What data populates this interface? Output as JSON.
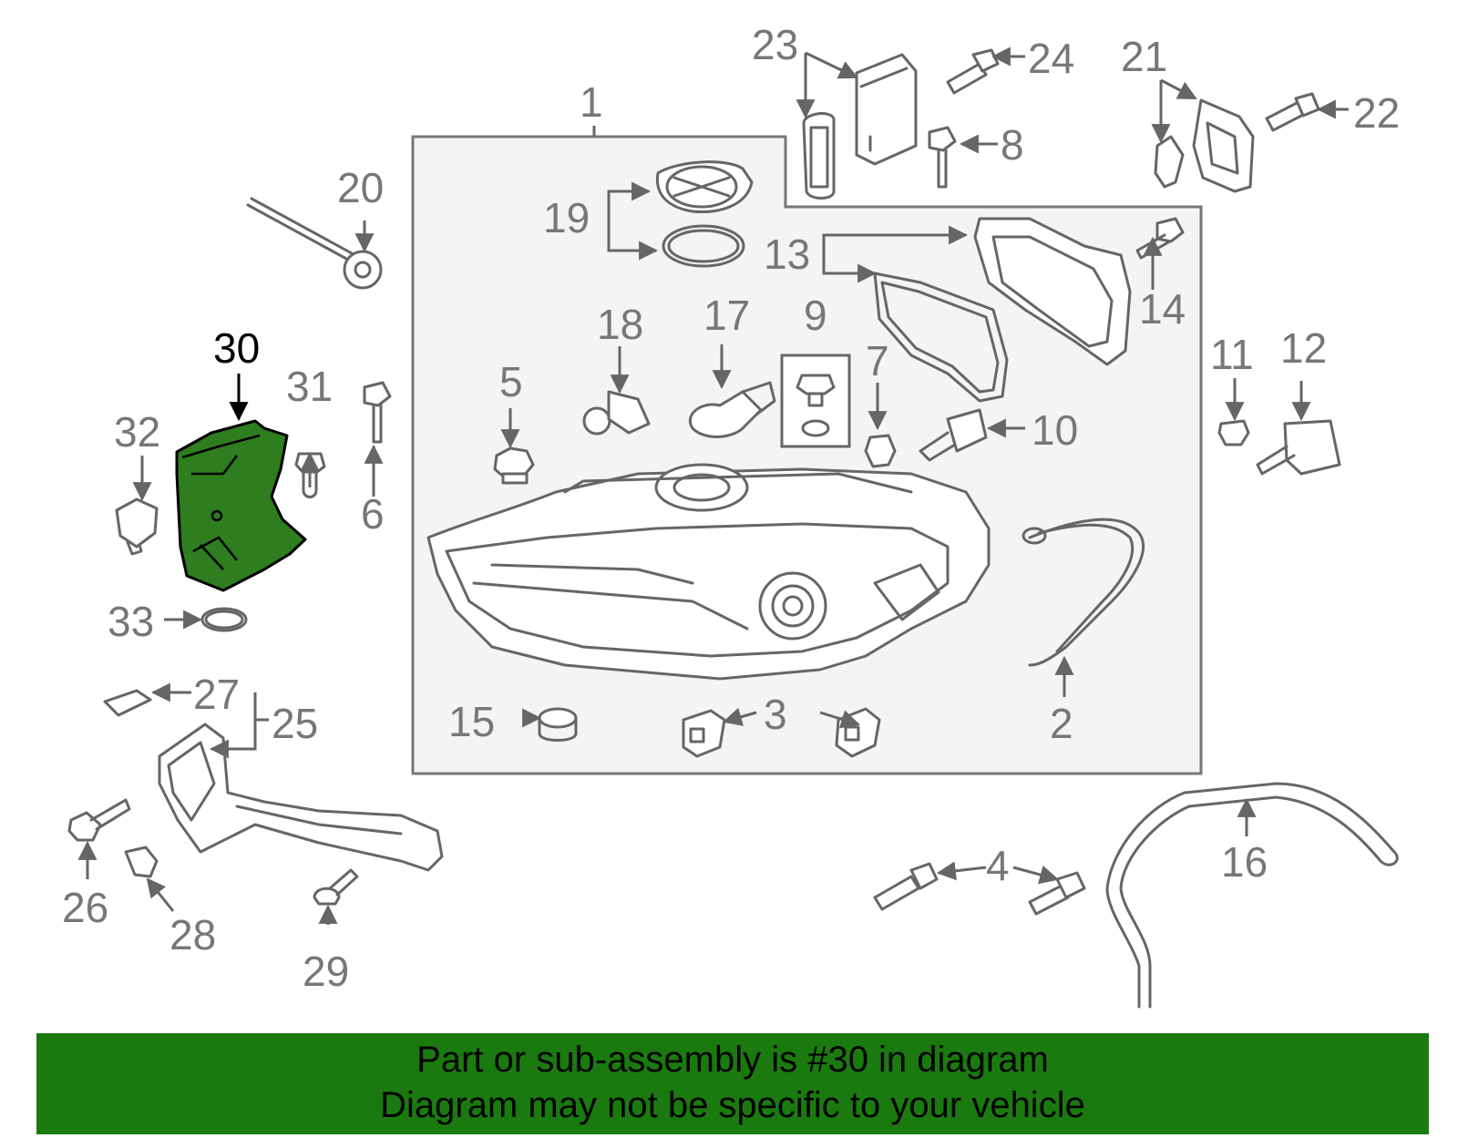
{
  "colors": {
    "highlight": "#2e7d1e",
    "banner": "#1a7a0f",
    "line": "#666666",
    "label": "#777777"
  },
  "callouts": [
    "1",
    "2",
    "3",
    "4",
    "5",
    "6",
    "7",
    "8",
    "9",
    "10",
    "11",
    "12",
    "13",
    "14",
    "15",
    "16",
    "17",
    "18",
    "19",
    "20",
    "21",
    "22",
    "23",
    "24",
    "25",
    "26",
    "27",
    "28",
    "29",
    "30",
    "31",
    "32",
    "33"
  ],
  "highlighted_part": "30",
  "caption": {
    "line1": "Part or sub-assembly is #30 in diagram",
    "line2": "Diagram may not be specific to your vehicle"
  }
}
